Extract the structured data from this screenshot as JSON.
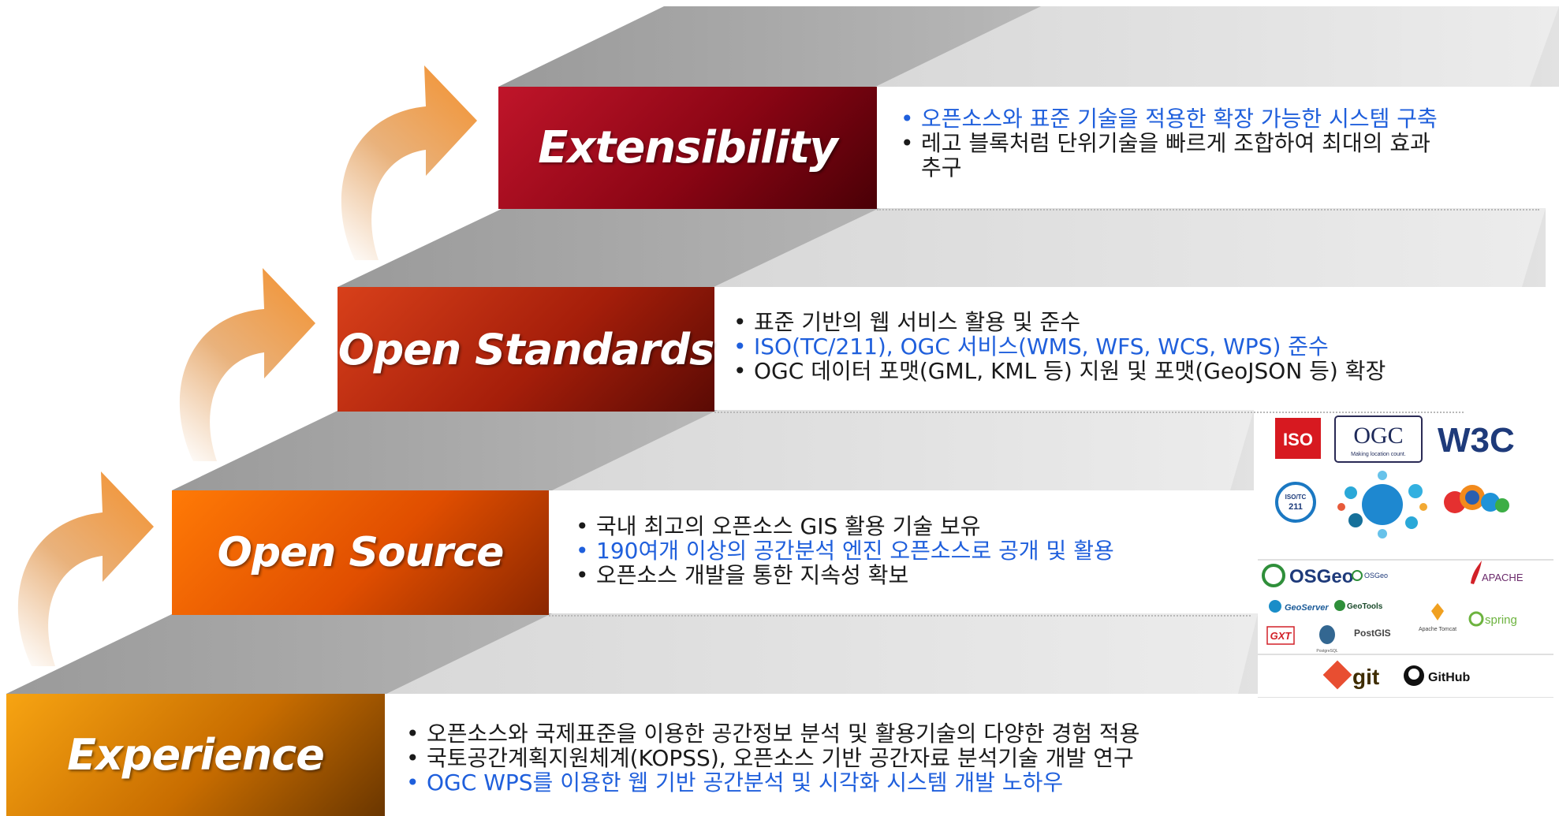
{
  "colors": {
    "step_experience": [
      "#f59a10",
      "#7a3d00"
    ],
    "step_open_source": [
      "#ff6d00",
      "#a32e00"
    ],
    "step_open_standards": [
      "#d43a12",
      "#6a0e06"
    ],
    "step_extensibility": [
      "#b80f22",
      "#4a0006"
    ],
    "bullet_black": "#1a1a1a",
    "bullet_blue": "#1f5fdc",
    "arrow": "#f0a060"
  },
  "steps": [
    {
      "title": "Experience",
      "bullets": [
        {
          "text": "오픈소스와 국제표준을 이용한 공간정보 분석 및 활용기술의 다양한 경험 적용",
          "color": "black"
        },
        {
          "text": "국토공간계획지원체계(KOPSS), 오픈소스 기반 공간자료 분석기술 개발 연구",
          "color": "black"
        },
        {
          "text": "OGC WPS를 이용한 웹 기반 공간분석 및 시각화 시스템 개발 노하우",
          "color": "blue"
        }
      ]
    },
    {
      "title": "Open Source",
      "bullets": [
        {
          "text": "국내 최고의 오픈소스 GIS 활용 기술 보유",
          "color": "black"
        },
        {
          "text": "190여개 이상의 공간분석 엔진 오픈소스로 공개 및 활용",
          "color": "blue"
        },
        {
          "text": "오픈소스 개발을 통한 지속성 확보",
          "color": "black"
        }
      ]
    },
    {
      "title": "Open Standards",
      "bullets": [
        {
          "text": "표준 기반의 웹 서비스 활용 및 준수",
          "color": "black"
        },
        {
          "text": "ISO(TC/211), OGC 서비스(WMS, WFS, WCS, WPS) 준수",
          "color": "blue"
        },
        {
          "text": "OGC 데이터 포맷(GML, KML 등) 지원 및 포맷(GeoJSON 등) 확장",
          "color": "black"
        }
      ]
    },
    {
      "title": "Extensibility",
      "bullets": [
        {
          "text": "오픈소스와 표준 기술을 적용한 확장 가능한 시스템 구축",
          "color": "blue"
        },
        {
          "text": "레고 블록처럼 단위기술을 빠르게 조합하여 최대의 효과",
          "color": "black",
          "continuation": "추구"
        }
      ]
    }
  ],
  "logos": {
    "iso": "ISO",
    "ogc": "OGC",
    "ogc_tagline": "Making location count.",
    "w3c": "W3C",
    "iso_tc": "ISO/TC",
    "iso_tc_number": "211",
    "osgeo": "OSGeo",
    "apache": "APACHE",
    "geoserver": "GeoServer",
    "geotools": "GeoTools",
    "gxt": "GXT",
    "postgis": "PostGIS",
    "postgresql": "PostgreSQL",
    "apache_tomcat": "Apache Tomcat",
    "spring": "spring",
    "git": "git",
    "github": "GitHub"
  }
}
